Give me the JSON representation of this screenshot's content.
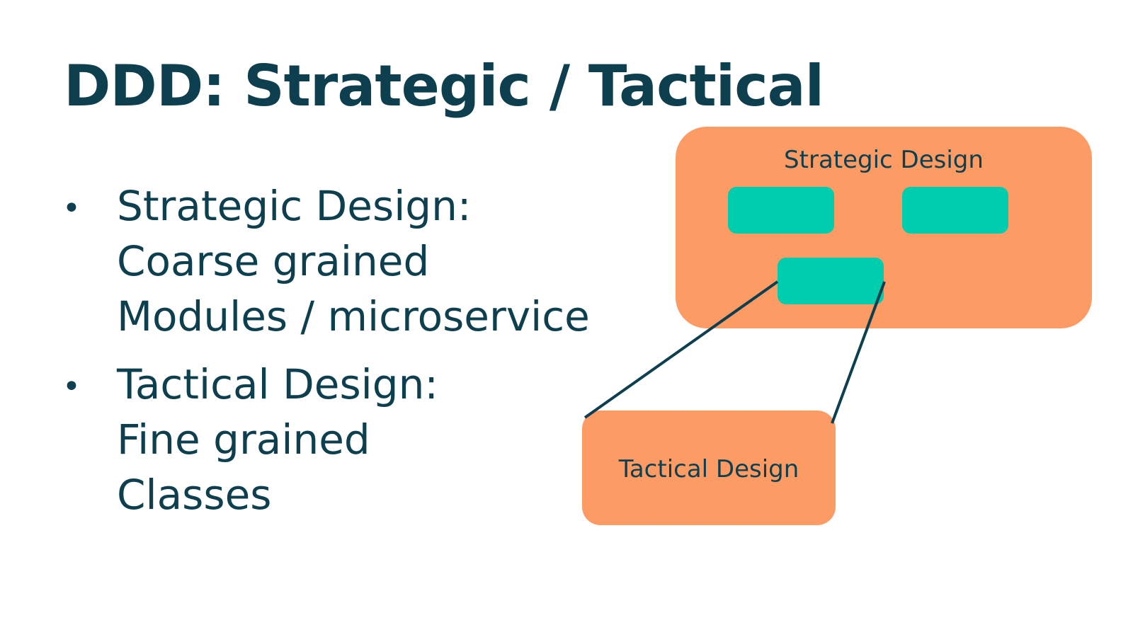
{
  "slide": {
    "title": "DDD: Strategic / Tactical"
  },
  "bullets": [
    {
      "marker": "•",
      "lines": [
        "Strategic Design:",
        "Coarse grained",
        "Modules / microservice"
      ]
    },
    {
      "marker": "•",
      "lines": [
        "Tactical Design:",
        "Fine grained",
        "Classes"
      ]
    }
  ],
  "diagram": {
    "strategic_label": "Strategic Design",
    "tactical_label": "Tactical Design",
    "colors": {
      "container": "#fd9b65",
      "module": "#00cdad",
      "connector": "#0d3f4f",
      "text": "#0d3f4f"
    }
  }
}
